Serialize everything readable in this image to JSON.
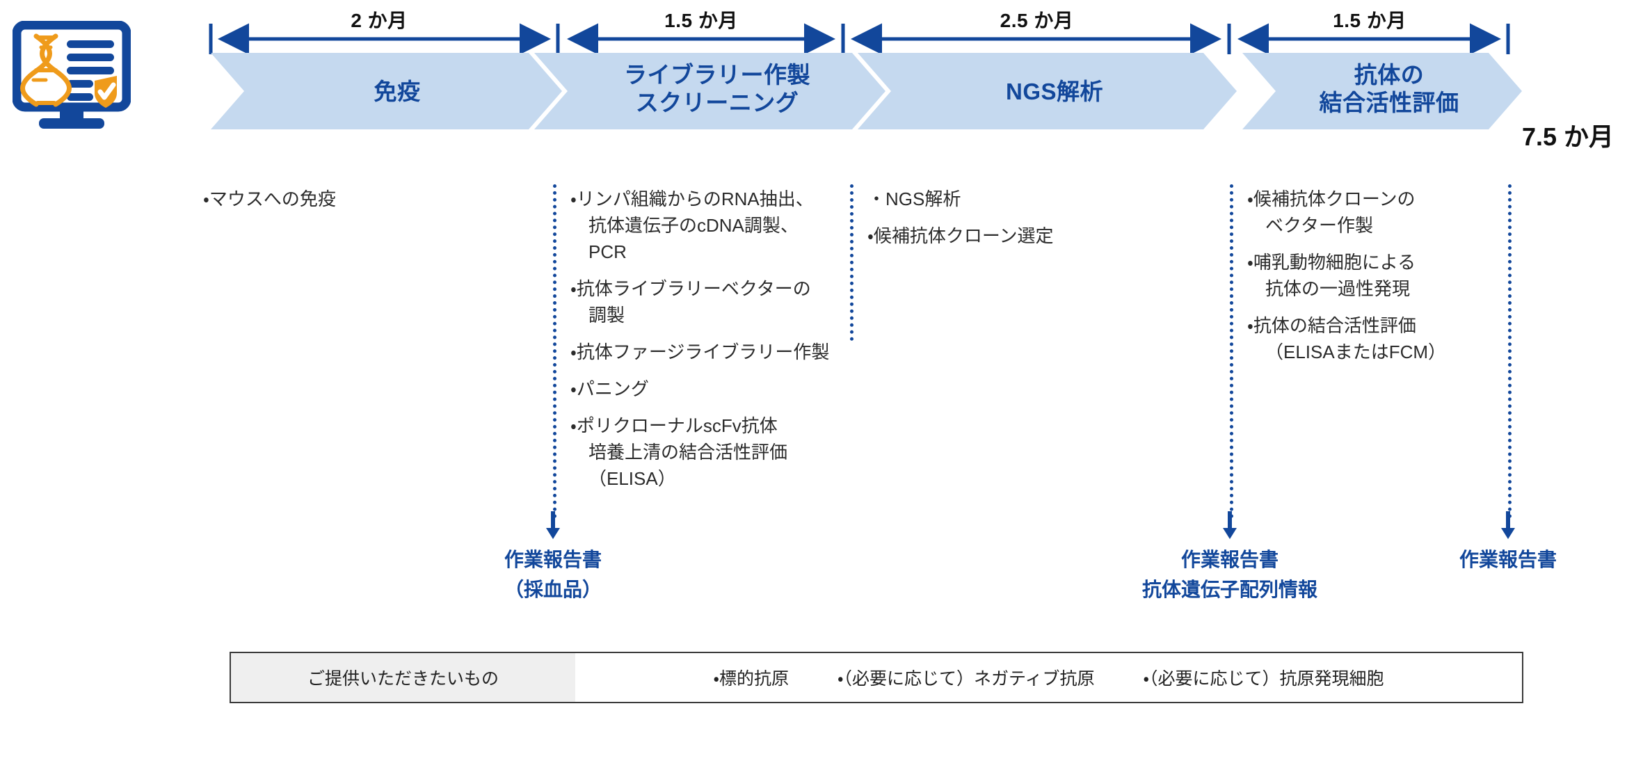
{
  "icon": {
    "name": "dna-report-monitor-icon",
    "blue": "#12479b",
    "orange": "#ef9b1b"
  },
  "colors": {
    "chevron_fill": "#c5d9ef",
    "accent_blue": "#12479b",
    "text_dark": "#222222",
    "table_head_bg": "#efefef"
  },
  "timeline": {
    "spans": [
      {
        "label": "2 か月"
      },
      {
        "label": "1.5 か月"
      },
      {
        "label": "2.5 か月"
      },
      {
        "label": "1.5 か月"
      }
    ],
    "total": "7.5 か月"
  },
  "phases": [
    {
      "title": "免疫",
      "bullets": [
        "マウスへの免疫"
      ]
    },
    {
      "title": "ライブラリー作製\nスクリーニング",
      "bullets": [
        "リンパ組織からのRNA抽出、\n抗体遺伝子のcDNA調製、\nPCR",
        "抗体ライブラリーベクターの\n調製",
        "抗体ファージライブラリー作製",
        "パニング",
        "ポリクローナルscFv抗体\n培養上清の結合活性評価\n（ELISA）"
      ]
    },
    {
      "title": "NGS解析",
      "bullets": [
        "NGS解析",
        "候補抗体クローン選定"
      ]
    },
    {
      "title": "抗体の\n結合活性評価",
      "bullets": [
        "候補抗体クローンの\nベクター作製",
        "哺乳動物細胞による\n抗体の一過性発現",
        "抗体の結合活性評価\n（ELISAまたはFCM）"
      ]
    }
  ],
  "deliverables": [
    {
      "label": "作業報告書\n（採血品）"
    },
    {
      "label": "作業報告書\n抗体遺伝子配列情報"
    },
    {
      "label": "作業報告書"
    }
  ],
  "provide": {
    "header": "ご提供いただきたいもの",
    "items": [
      "標的抗原",
      "（必要に応じて）ネガティブ抗原",
      "（必要に応じて）抗原発現細胞"
    ]
  }
}
